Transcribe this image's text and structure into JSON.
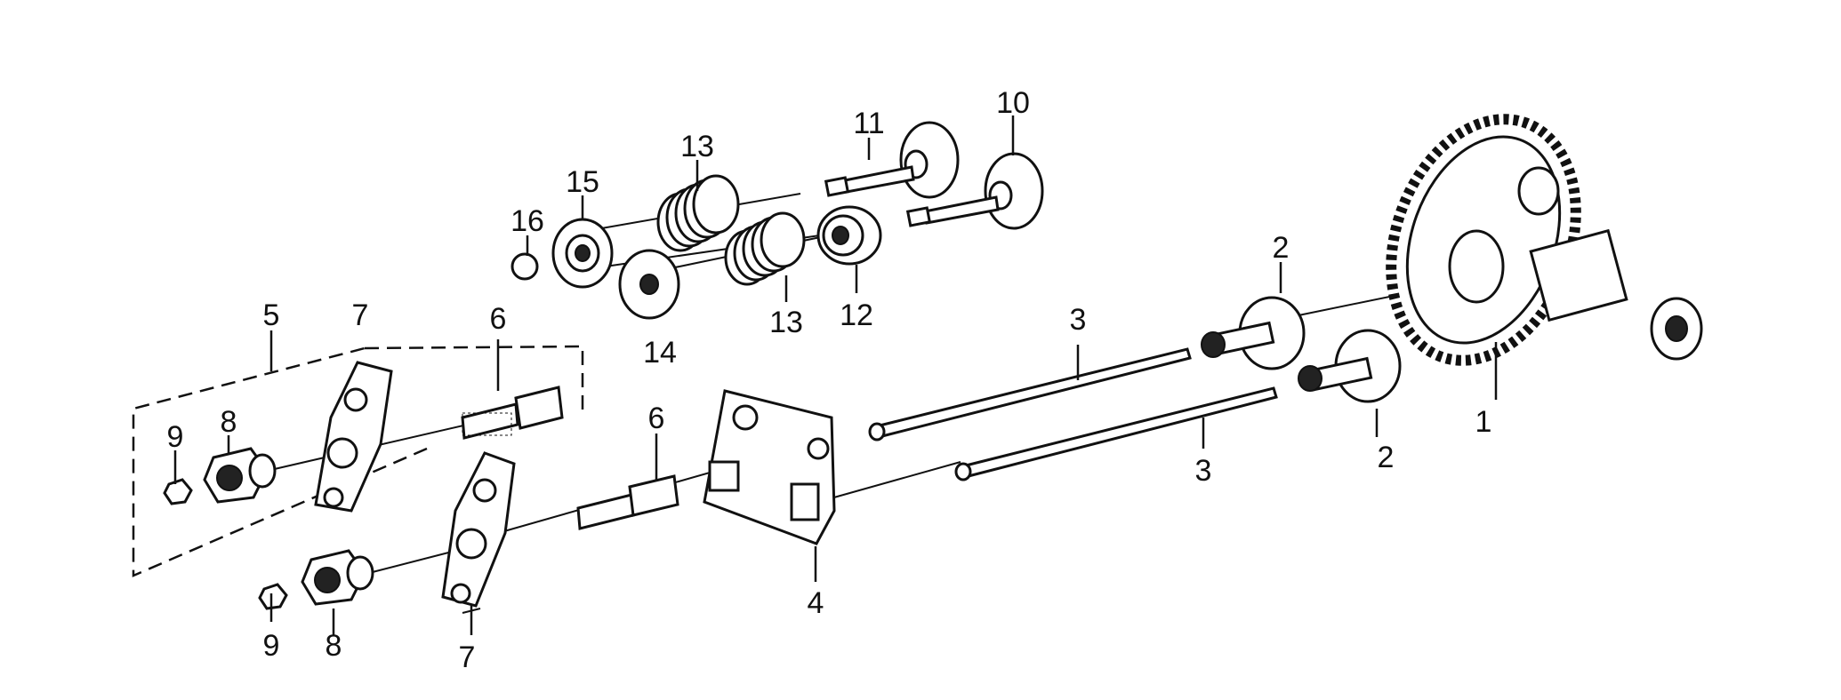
{
  "diagram": {
    "callouts": [
      {
        "id": "c1",
        "text": "1"
      },
      {
        "id": "c2a",
        "text": "2"
      },
      {
        "id": "c2b",
        "text": "2"
      },
      {
        "id": "c3a",
        "text": "3"
      },
      {
        "id": "c3b",
        "text": "3"
      },
      {
        "id": "c4",
        "text": "4"
      },
      {
        "id": "c5",
        "text": "5"
      },
      {
        "id": "c6a",
        "text": "6"
      },
      {
        "id": "c6b",
        "text": "6"
      },
      {
        "id": "c7a",
        "text": "7"
      },
      {
        "id": "c7b",
        "text": "7"
      },
      {
        "id": "c8a",
        "text": "8"
      },
      {
        "id": "c8b",
        "text": "8"
      },
      {
        "id": "c9a",
        "text": "9"
      },
      {
        "id": "c9b",
        "text": "9"
      },
      {
        "id": "c10",
        "text": "10"
      },
      {
        "id": "c11",
        "text": "11"
      },
      {
        "id": "c12",
        "text": "12"
      },
      {
        "id": "c13a",
        "text": "13"
      },
      {
        "id": "c13b",
        "text": "13"
      },
      {
        "id": "c14",
        "text": "14"
      },
      {
        "id": "c15",
        "text": "15"
      },
      {
        "id": "c16",
        "text": "16"
      }
    ]
  }
}
